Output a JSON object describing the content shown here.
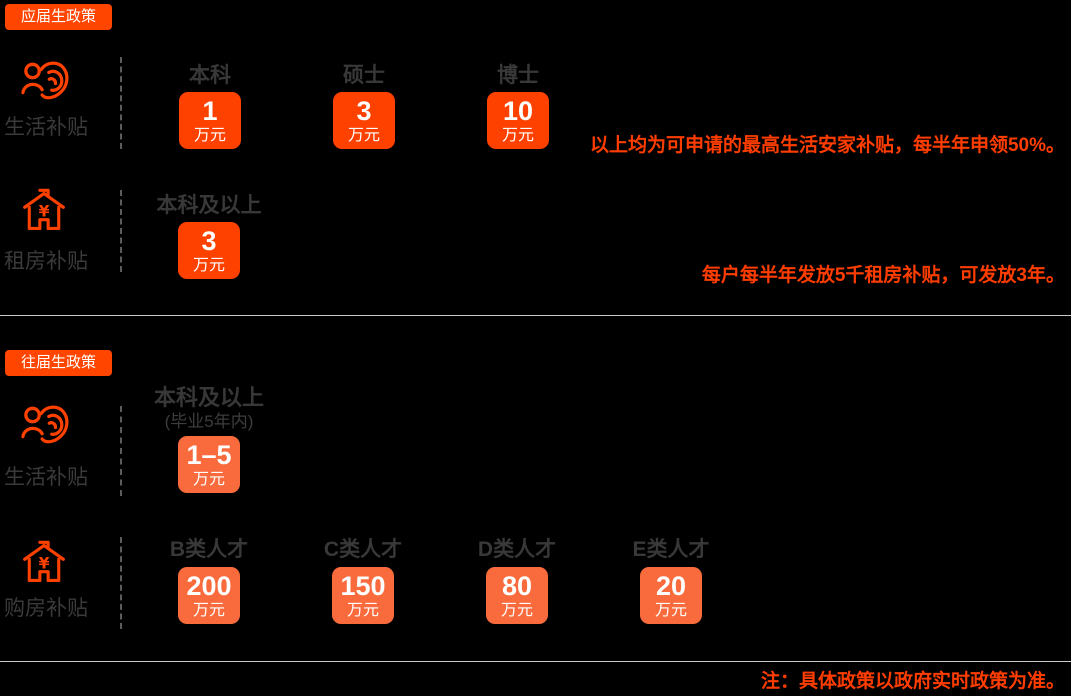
{
  "colors": {
    "background": "#000000",
    "accent_red": "#ff4100",
    "accent_orange": "#f96b3c",
    "badge_bg": "#ff4500",
    "note_text": "#ff3d00",
    "dark_text": "#3a3a3a",
    "divider_solid": "#c9c9c9",
    "divider_dashed": "#5c5c5c"
  },
  "sections": [
    {
      "badge": "应届生政策",
      "rows": [
        {
          "icon": "people-care-icon",
          "label": "生活补贴",
          "columns": [
            {
              "header": "本科",
              "value": "1",
              "unit": "万元"
            },
            {
              "header": "硕士",
              "value": "3",
              "unit": "万元"
            },
            {
              "header": "博士",
              "value": "10",
              "unit": "万元"
            }
          ],
          "note": "以上均为可申请的最高生活安家补贴，每半年申领50%。"
        },
        {
          "icon": "house-yuan-icon",
          "label": "租房补贴",
          "columns": [
            {
              "header": "本科及以上",
              "value": "3",
              "unit": "万元"
            }
          ],
          "note": "每户每半年发放5千租房补贴，可发放3年。"
        }
      ]
    },
    {
      "badge": "往届生政策",
      "rows": [
        {
          "icon": "people-care-icon",
          "label": "生活补贴",
          "columns": [
            {
              "header": "本科及以上",
              "subheader": "(毕业5年内)",
              "value": "1–5",
              "unit": "万元"
            }
          ]
        },
        {
          "icon": "house-yuan-icon",
          "label": "购房补贴",
          "columns": [
            {
              "header": "B类人才",
              "value": "200",
              "unit": "万元"
            },
            {
              "header": "C类人才",
              "value": "150",
              "unit": "万元"
            },
            {
              "header": "D类人才",
              "value": "80",
              "unit": "万元"
            },
            {
              "header": "E类人才",
              "value": "20",
              "unit": "万元"
            }
          ]
        }
      ]
    }
  ],
  "footnote": "注：具体政策以政府实时政策为准。"
}
